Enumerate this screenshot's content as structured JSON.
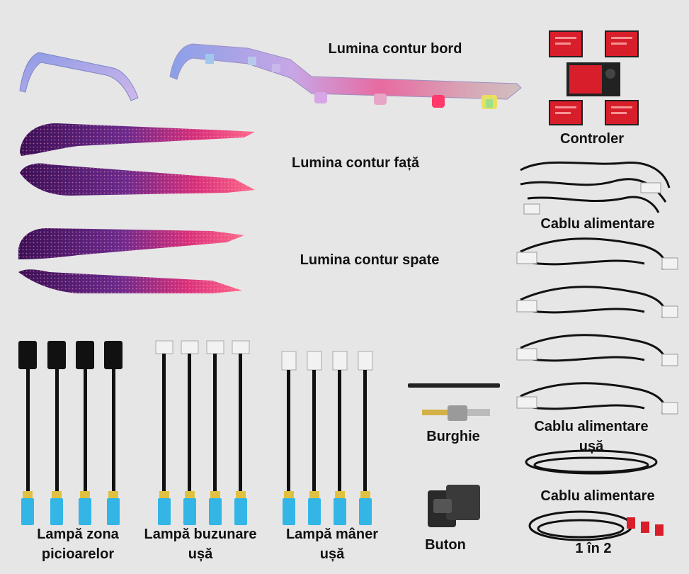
{
  "labels": {
    "dashboard_light": "Lumina contur bord",
    "controller": "Controler",
    "front_light": "Lumina contur față",
    "power_cable": "Cablu alimentare",
    "rear_light": "Lumina contur spate",
    "drill": "Burghie",
    "door_power_cable_1": "Cablu alimentare",
    "door_power_cable_2": "ușă",
    "footwell_lamp_1": "Lampă zona",
    "footwell_lamp_2": "picioarelor",
    "door_pocket_lamp_1": "Lampă buzunare",
    "door_pocket_lamp_2": "ușă",
    "handle_lamp_1": "Lampă mâner",
    "handle_lamp_2": "ușă",
    "button": "Buton",
    "splitter_cable_1": "Cablu alimentare",
    "splitter_cable_2": "1 în 2"
  },
  "colors": {
    "background": "#e6e6e6",
    "strip_purple": "#5a1f78",
    "strip_pink": "#e0307a",
    "controller_red": "#d81e2a",
    "cable_black": "#111111",
    "connector_blue": "#33b6e6",
    "connector_white": "#f2f2f2"
  }
}
